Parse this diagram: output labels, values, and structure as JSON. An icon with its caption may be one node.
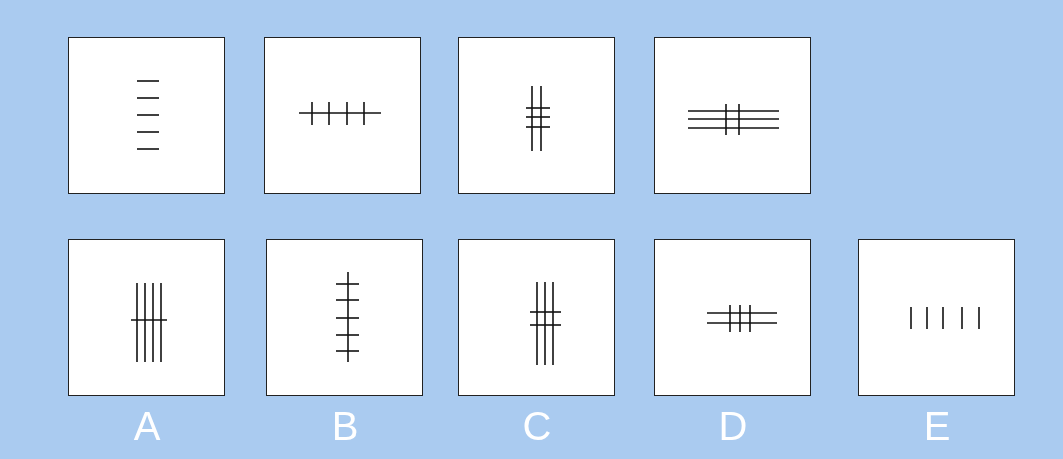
{
  "diagram": {
    "labels": [
      "A",
      "B",
      "C",
      "D",
      "E"
    ]
  }
}
